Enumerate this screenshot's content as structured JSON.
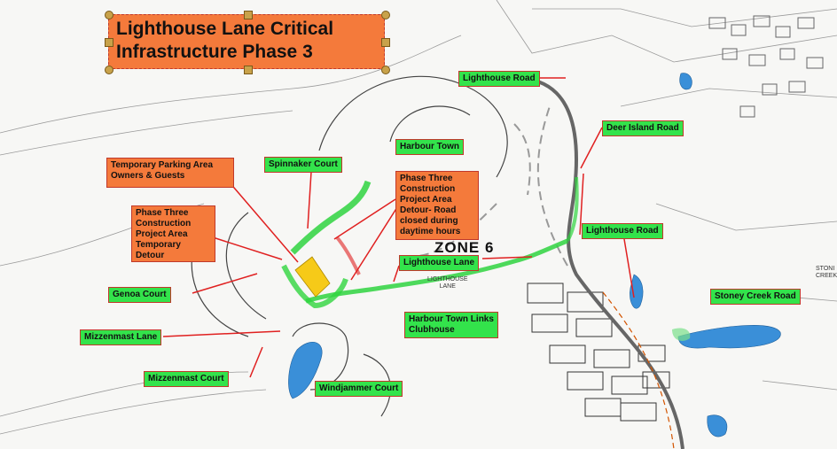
{
  "title": "Lighthouse Lane Critical\nInfrastructure Phase 3",
  "zone_label": "ZONE 6",
  "street_labels": {
    "lighthouse_road_top": "Lighthouse Road",
    "deer_island_road": "Deer Island Road",
    "harbour_town": "Harbour Town",
    "spinnaker_court": "Spinnaker Court",
    "lighthouse_road_right": "Lighthouse Road",
    "lighthouse_lane": "Lighthouse Lane",
    "stoney_creek_road": "Stoney Creek Road",
    "genoa_court": "Genoa Court",
    "harbour_town_links": "Harbour Town Links\nClubhouse",
    "mizzenmast_lane": "Mizzenmast Lane",
    "mizzenmast_court": "Mizzenmast Court",
    "windjammer_court": "Windjammer Court"
  },
  "annotations": {
    "temporary_parking": "Temporary Parking Area\nOwners & Guests",
    "phase_three_detour": "Phase Three\nConstruction\nProject Area\nTemporary\nDetour",
    "phase_three_closed": "Phase Three\nConstruction\nProject Area\nDetour- Road\nclosed during\ndaytime hours"
  },
  "map_text": {
    "lighthouse_lane_print": "LIGHTHOUSE\nLANE",
    "stoney_edge": "STONI\nCREEK"
  },
  "colors": {
    "label_green": "#33e34b",
    "label_orange": "#f47a3b",
    "label_border": "#c0392b",
    "arrow": "#e02020",
    "highlight_green": "#2fd43f",
    "highlight_yellow": "#f5c400",
    "water": "#3a8fd8"
  }
}
